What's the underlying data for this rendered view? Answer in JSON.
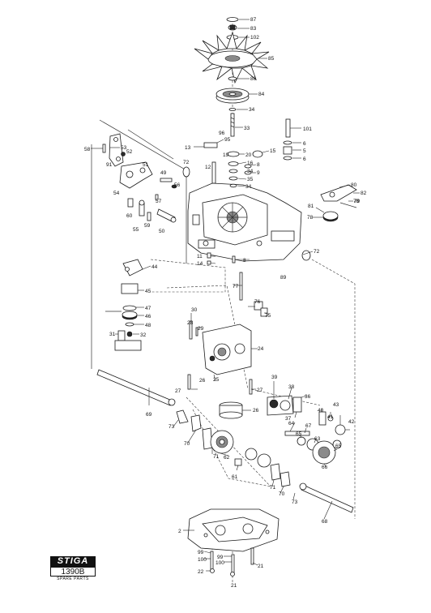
{
  "logo": {
    "brand": "STIGA",
    "code": "1390B",
    "subtitle": "SPARE PARTS"
  },
  "parts": [
    {
      "id": "p87",
      "label": "87"
    },
    {
      "id": "p83",
      "label": "83"
    },
    {
      "id": "p102",
      "label": "102"
    },
    {
      "id": "p85",
      "label": "85"
    },
    {
      "id": "p86",
      "label": "86"
    },
    {
      "id": "p84",
      "label": "84"
    },
    {
      "id": "p34a",
      "label": "34"
    },
    {
      "id": "p33",
      "label": "33"
    },
    {
      "id": "p101",
      "label": "101"
    },
    {
      "id": "p96",
      "label": "96"
    },
    {
      "id": "p6a",
      "label": "6"
    },
    {
      "id": "p13",
      "label": "13"
    },
    {
      "id": "p95",
      "label": "95"
    },
    {
      "id": "p19",
      "label": "19"
    },
    {
      "id": "p20",
      "label": "20"
    },
    {
      "id": "p15",
      "label": "15"
    },
    {
      "id": "p5",
      "label": "5"
    },
    {
      "id": "p6b",
      "label": "6"
    },
    {
      "id": "p58",
      "label": "58"
    },
    {
      "id": "p53",
      "label": "53"
    },
    {
      "id": "p52",
      "label": "52"
    },
    {
      "id": "p91",
      "label": "91"
    },
    {
      "id": "p51",
      "label": "51"
    },
    {
      "id": "p72a",
      "label": "72"
    },
    {
      "id": "p12",
      "label": "12"
    },
    {
      "id": "p16",
      "label": "16"
    },
    {
      "id": "p8a",
      "label": "8"
    },
    {
      "id": "p34b",
      "label": "34"
    },
    {
      "id": "p9",
      "label": "9"
    },
    {
      "id": "p35",
      "label": "35"
    },
    {
      "id": "p34c",
      "label": "34"
    },
    {
      "id": "p49",
      "label": "49"
    },
    {
      "id": "p56",
      "label": "56"
    },
    {
      "id": "p54",
      "label": "54"
    },
    {
      "id": "p57",
      "label": "57"
    },
    {
      "id": "p80a",
      "label": "80"
    },
    {
      "id": "p82",
      "label": "82"
    },
    {
      "id": "p79",
      "label": "79"
    },
    {
      "id": "p81a",
      "label": "81"
    },
    {
      "id": "p78a",
      "label": "78"
    },
    {
      "id": "p78b",
      "label": "78"
    },
    {
      "id": "p60",
      "label": "60"
    },
    {
      "id": "p55",
      "label": "55"
    },
    {
      "id": "p59",
      "label": "59"
    },
    {
      "id": "p50",
      "label": "50"
    },
    {
      "id": "p72b",
      "label": "72"
    },
    {
      "id": "p11",
      "label": "11"
    },
    {
      "id": "p14",
      "label": "14"
    },
    {
      "id": "p8b",
      "label": "8"
    },
    {
      "id": "p89",
      "label": "89"
    },
    {
      "id": "p44",
      "label": "44"
    },
    {
      "id": "p45",
      "label": "45"
    },
    {
      "id": "p47",
      "label": "47"
    },
    {
      "id": "p46",
      "label": "46"
    },
    {
      "id": "p48",
      "label": "48"
    },
    {
      "id": "p77",
      "label": "77"
    },
    {
      "id": "p76",
      "label": "76"
    },
    {
      "id": "p75",
      "label": "75"
    },
    {
      "id": "p30",
      "label": "30"
    },
    {
      "id": "p28",
      "label": "28"
    },
    {
      "id": "p29",
      "label": "29"
    },
    {
      "id": "p31",
      "label": "31"
    },
    {
      "id": "p32",
      "label": "32"
    },
    {
      "id": "p24",
      "label": "24"
    },
    {
      "id": "p27a",
      "label": "27"
    },
    {
      "id": "p25",
      "label": "25"
    },
    {
      "id": "p26a",
      "label": "26"
    },
    {
      "id": "p27b",
      "label": "27"
    },
    {
      "id": "p39",
      "label": "39"
    },
    {
      "id": "p38",
      "label": "38"
    },
    {
      "id": "p36",
      "label": "36"
    },
    {
      "id": "p69",
      "label": "69"
    },
    {
      "id": "p73a",
      "label": "73"
    },
    {
      "id": "p26b",
      "label": "26"
    },
    {
      "id": "p37",
      "label": "37"
    },
    {
      "id": "p40",
      "label": "40"
    },
    {
      "id": "p43",
      "label": "43"
    },
    {
      "id": "p41",
      "label": "41"
    },
    {
      "id": "p42",
      "label": "42"
    },
    {
      "id": "p64",
      "label": "64"
    },
    {
      "id": "p67",
      "label": "67"
    },
    {
      "id": "p65a",
      "label": "65"
    },
    {
      "id": "p63",
      "label": "63"
    },
    {
      "id": "p65b",
      "label": "65"
    },
    {
      "id": "p66",
      "label": "66"
    },
    {
      "id": "p70a",
      "label": "70"
    },
    {
      "id": "p71a",
      "label": "71"
    },
    {
      "id": "p62",
      "label": "62"
    },
    {
      "id": "p61",
      "label": "61"
    },
    {
      "id": "p71b",
      "label": "71"
    },
    {
      "id": "p70b",
      "label": "70"
    },
    {
      "id": "p73b",
      "label": "73"
    },
    {
      "id": "p68",
      "label": "68"
    },
    {
      "id": "p2",
      "label": "2"
    },
    {
      "id": "p99a",
      "label": "99"
    },
    {
      "id": "p100a",
      "label": "100"
    },
    {
      "id": "p99b",
      "label": "99"
    },
    {
      "id": "p100b",
      "label": "100"
    },
    {
      "id": "p21a",
      "label": "21"
    },
    {
      "id": "p22",
      "label": "22"
    },
    {
      "id": "p21b",
      "label": "21"
    }
  ]
}
